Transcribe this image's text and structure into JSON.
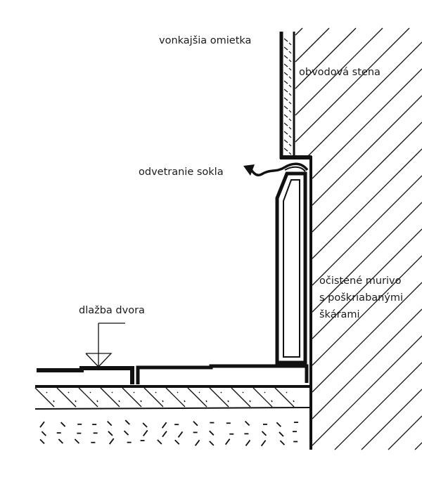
{
  "labels": {
    "render": "vonkajšia omietka",
    "wall": "obvodová stena",
    "ventilation": "odvetranie sokla",
    "masonry_line1": "očistené murivo",
    "masonry_line2": "s poškriabanými",
    "masonry_line3": "škárami",
    "paving": "dlažba dvora"
  },
  "colors": {
    "ink": "#111111",
    "background": "#ffffff"
  }
}
